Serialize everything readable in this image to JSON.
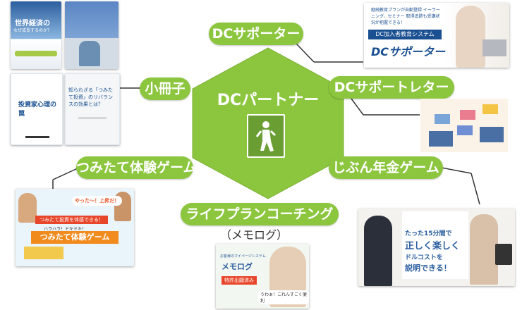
{
  "center": {
    "title": "DCパートナー",
    "icon": "person-door-icon"
  },
  "nodes": {
    "dc_supporter": "DCサポーター",
    "booklet": "小冊子",
    "dc_support_letter": "DCサポートレター",
    "tsumitate_game": "つみたて体験ゲーム",
    "jibun_game": "じぶん年金ゲーム",
    "lifeplan_coaching": "ライフプランコーチング",
    "lifeplan_sub": "（メモログ）"
  },
  "thumbs": {
    "booklet1_title": "世界経済の",
    "booklet1_sub": "なぜ成長するのか？",
    "booklet3_title": "投資家心理の罠",
    "booklet4_title": "知られざる「つみたて投資」のリバランスの効果とは？",
    "supporter_head": "継続教育プランが自動登録 イーラーニング、セミナー 取得追跡も受講状況が把握できる！",
    "supporter_badge": "DC加入者教育システム",
    "supporter_name": "DCサポーター",
    "tsumitate_speech1": "やった～！上昇だ！",
    "tsumitate_banner": "つみたて投資を体感できる！",
    "tsumitate_sub": "ハラハラ！ドキドキ！",
    "tsumitate_title": "つみたて体験ゲーム",
    "jibun_line1": "たった15分間で",
    "jibun_line2": "正しく楽しく",
    "jibun_line3": "ドルコストを",
    "jibun_line4": "説明できる！",
    "memolog_top": "お客様のマイページシステム",
    "memolog_name": "メモログ",
    "memolog_patent": "特許出願済み",
    "memolog_bubble": "うわぁ！これんすごく便利"
  },
  "colors": {
    "accent": "#8cc63f",
    "hex": "#8cc63f",
    "icon_box": "#7aaf3c"
  }
}
